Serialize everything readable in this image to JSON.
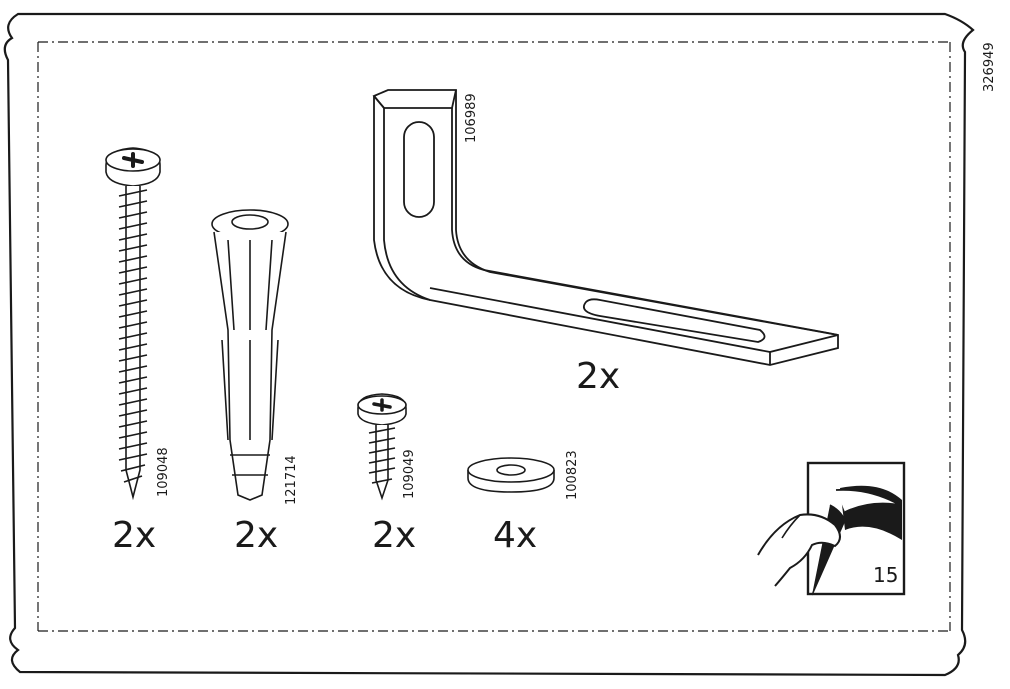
{
  "sheet_id": "326949",
  "parts": [
    {
      "name": "long-screw",
      "article": "109048",
      "quantity": "2x"
    },
    {
      "name": "wall-plug",
      "article": "121714",
      "quantity": "2x"
    },
    {
      "name": "short-screw",
      "article": "109049",
      "quantity": "2x"
    },
    {
      "name": "washer",
      "article": "100823",
      "quantity": "4x"
    },
    {
      "name": "angle-bracket",
      "article": "106989",
      "quantity": "2x"
    }
  ],
  "page_turn": {
    "icon": "page-turn-hand-icon",
    "page_number": "15"
  }
}
